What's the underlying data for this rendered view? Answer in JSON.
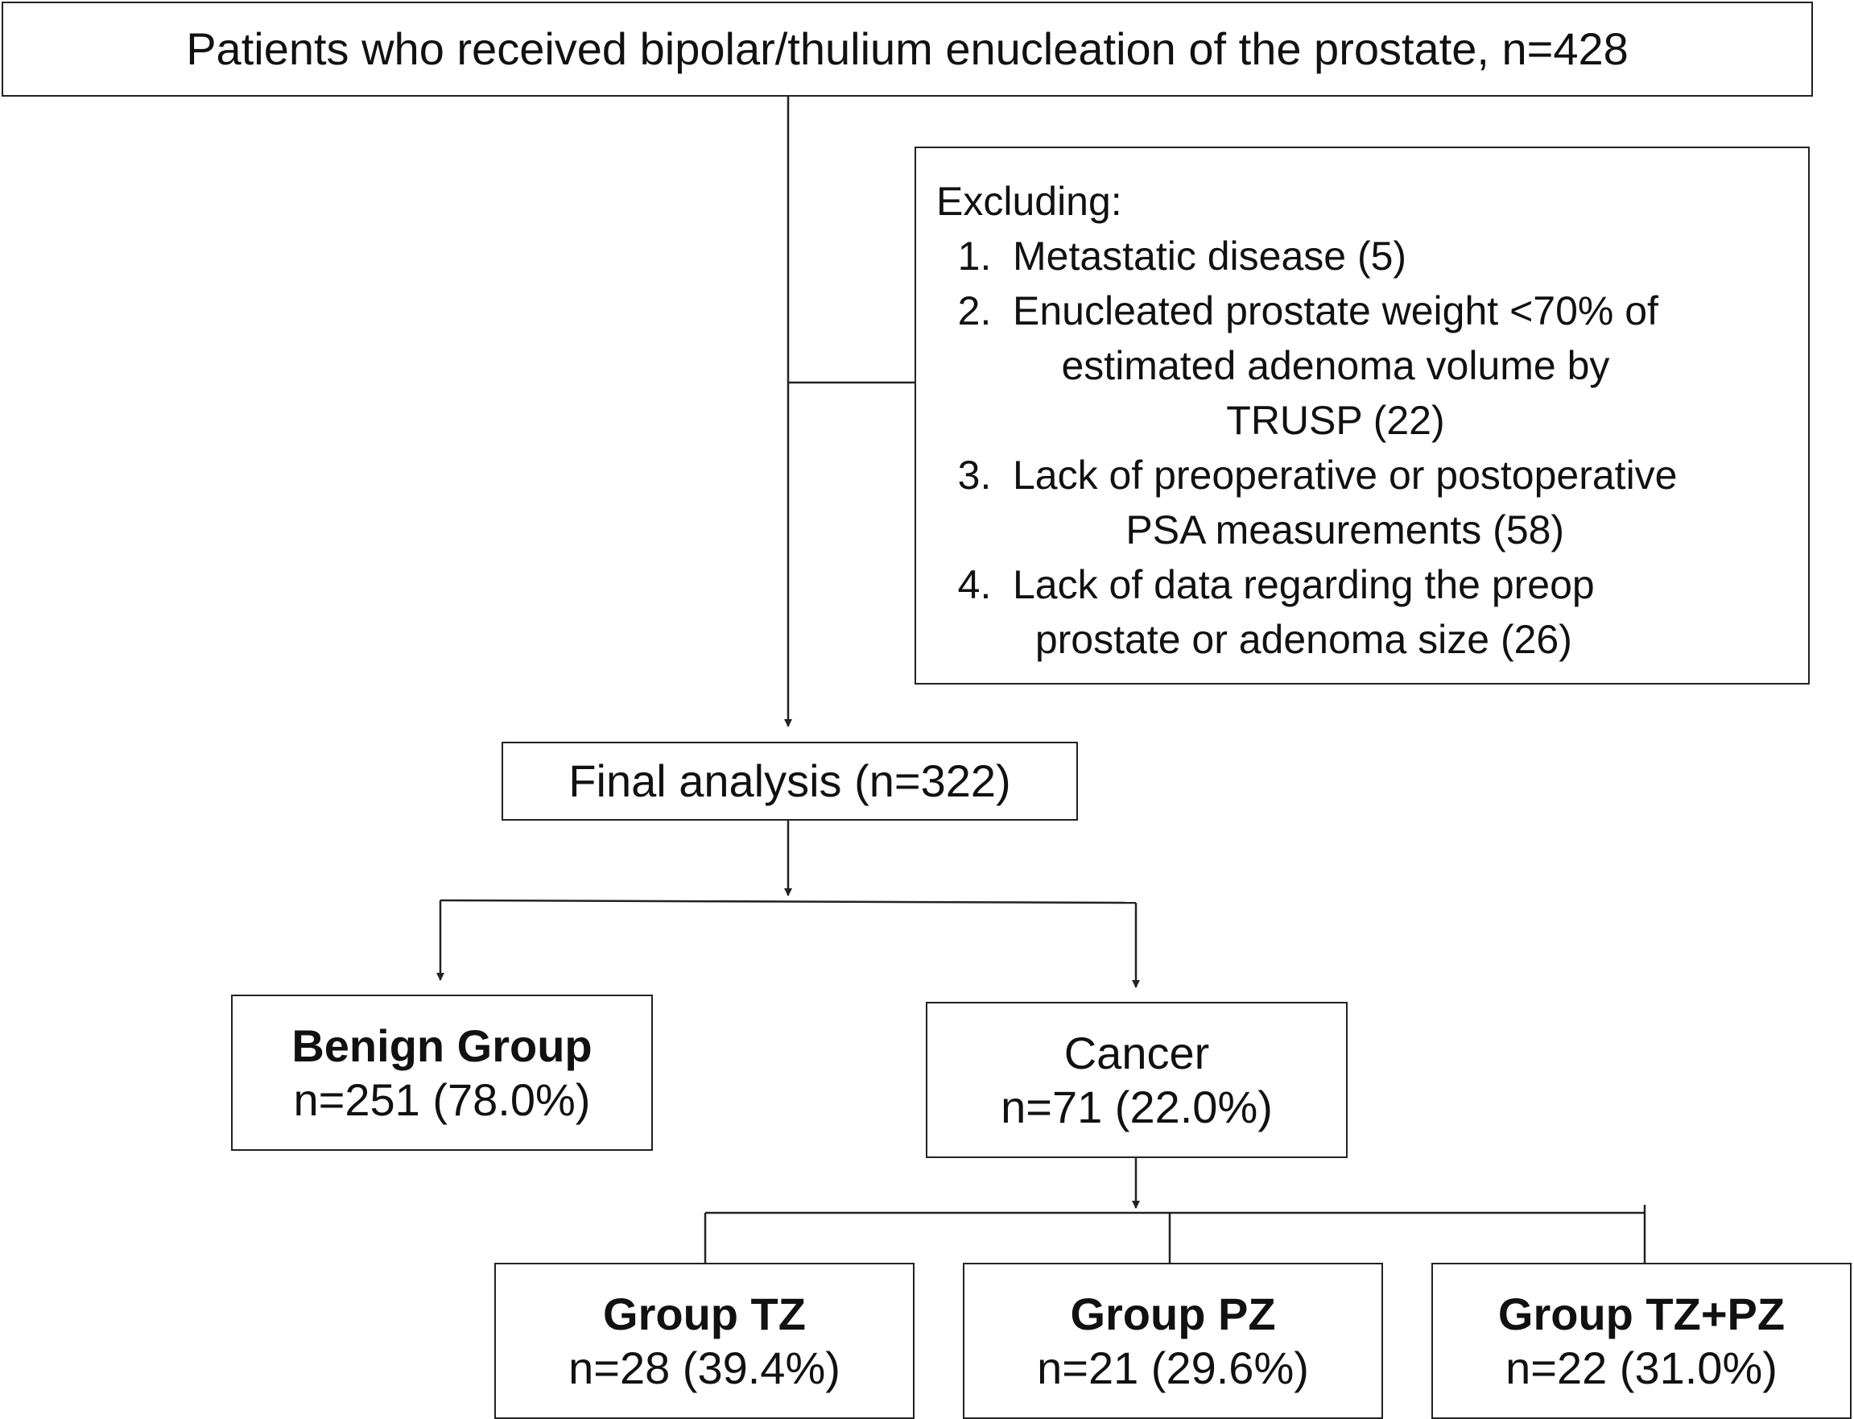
{
  "start": {
    "text": "Patients who received bipolar/thulium enucleation of the prostate, n=428"
  },
  "exclusion": {
    "heading": "Excluding:",
    "items": [
      {
        "num": "1.",
        "lines": [
          "Metastatic disease (5)"
        ]
      },
      {
        "num": "2.",
        "lines": [
          "Enucleated prostate weight <70% of",
          "estimated adenoma volume by",
          "TRUSP (22)"
        ]
      },
      {
        "num": "3.",
        "lines": [
          "Lack of preoperative or postoperative",
          "PSA measurements (58)"
        ]
      },
      {
        "num": "4.",
        "lines": [
          "Lack of data regarding the preop",
          "prostate or adenoma size (26)"
        ]
      }
    ]
  },
  "final": {
    "text": "Final analysis (n=322)"
  },
  "benign": {
    "title": "Benign Group",
    "count": "n=251 (78.0%)"
  },
  "cancer": {
    "title": "Cancer",
    "count": "n=71 (22.0%)"
  },
  "groups": [
    {
      "title": "Group TZ",
      "count": "n=28 (39.4%)"
    },
    {
      "title": "Group PZ",
      "count": "n=21 (29.6%)"
    },
    {
      "title": "Group TZ+PZ",
      "count": "n=22 (31.0%)"
    }
  ],
  "colors": {
    "line": "#222222",
    "text": "#111111",
    "background": "#ffffff"
  }
}
